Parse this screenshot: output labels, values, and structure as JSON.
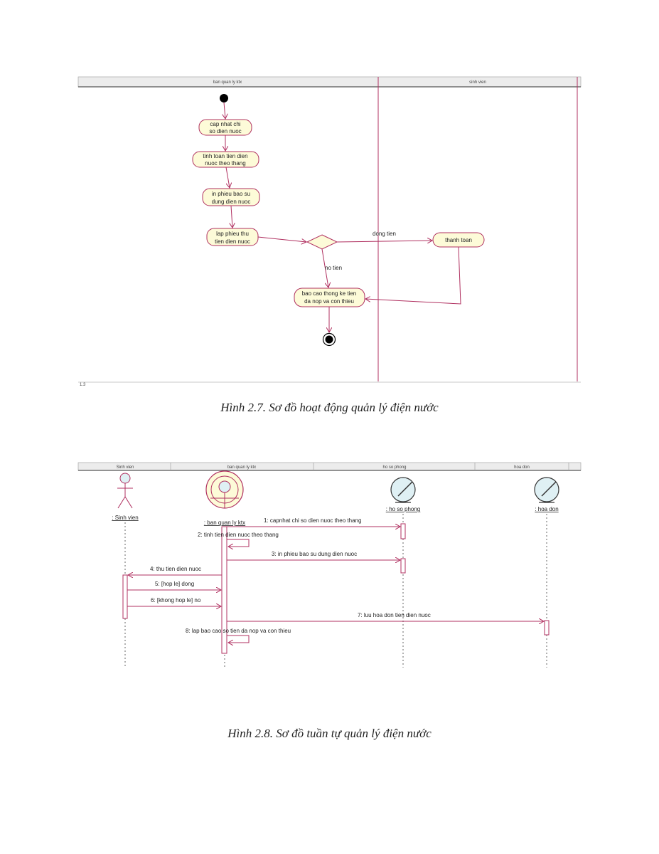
{
  "figures": [
    {
      "id": "fig27",
      "caption": "Hình 2.7. Sơ đồ hoạt động quản lý điện nước",
      "swimlanes": [
        "ban quan ly ktx",
        "sinh vien"
      ],
      "activities": [
        {
          "id": "a1",
          "lines": [
            "cap nhat chi",
            "so dien nuoc"
          ]
        },
        {
          "id": "a2",
          "lines": [
            "tinh toan tien dien",
            "nuoc theo thang"
          ]
        },
        {
          "id": "a3",
          "lines": [
            "in phieu bao su",
            "dung dien nuoc"
          ]
        },
        {
          "id": "a4",
          "lines": [
            "lap phieu thu",
            "tien dien nuoc"
          ]
        },
        {
          "id": "a5",
          "lines": [
            "thanh toan"
          ]
        },
        {
          "id": "a6",
          "lines": [
            "bao cao thong ke tien",
            "da nop va con thieu"
          ]
        }
      ],
      "guards": {
        "paid": "dong tien",
        "unpaid": "no tien"
      },
      "footer_mark": "1.3"
    },
    {
      "id": "fig28",
      "caption": "Hình 2.8. Sơ đồ tuần tự quản lý điện nước",
      "header_cells": [
        "Sinh vien",
        "ban quan ly ktx",
        "ho so phong",
        "hoa don"
      ],
      "objects": [
        {
          "id": "o1",
          "label": ": Sinh vien",
          "kind": "actor"
        },
        {
          "id": "o2",
          "label": ": ban quan ly ktx",
          "kind": "control"
        },
        {
          "id": "o3",
          "label": ": ho so phong",
          "kind": "entity"
        },
        {
          "id": "o4",
          "label": ": hoa don",
          "kind": "entity"
        }
      ],
      "messages": [
        {
          "label": "1: capnhat chi so dien nuoc theo thang",
          "from": "o2",
          "to": "o3"
        },
        {
          "label": "2: tinh tien dien nuoc theo thang",
          "from": "o2",
          "to": "o2"
        },
        {
          "label": "3: in phieu bao su dung dien nuoc",
          "from": "o2",
          "to": "o3"
        },
        {
          "label": "4: thu tien dien nuoc",
          "from": "o2",
          "to": "o1"
        },
        {
          "label": "5: [hop le] dong",
          "from": "o1",
          "to": "o2"
        },
        {
          "label": "6: [khong hop le] no",
          "from": "o1",
          "to": "o2"
        },
        {
          "label": "7: luu hoa don tien dien nuoc",
          "from": "o2",
          "to": "o4"
        },
        {
          "label": "8: lap bao cao so tien da nop va con thieu",
          "from": "o2",
          "to": "o2"
        }
      ]
    }
  ],
  "colors": {
    "line": "#b03060",
    "node_fill": "#fdfbd8",
    "node_stroke": "#b03060",
    "object_fill": "#dff0f4",
    "header_bg": "#ececec"
  }
}
